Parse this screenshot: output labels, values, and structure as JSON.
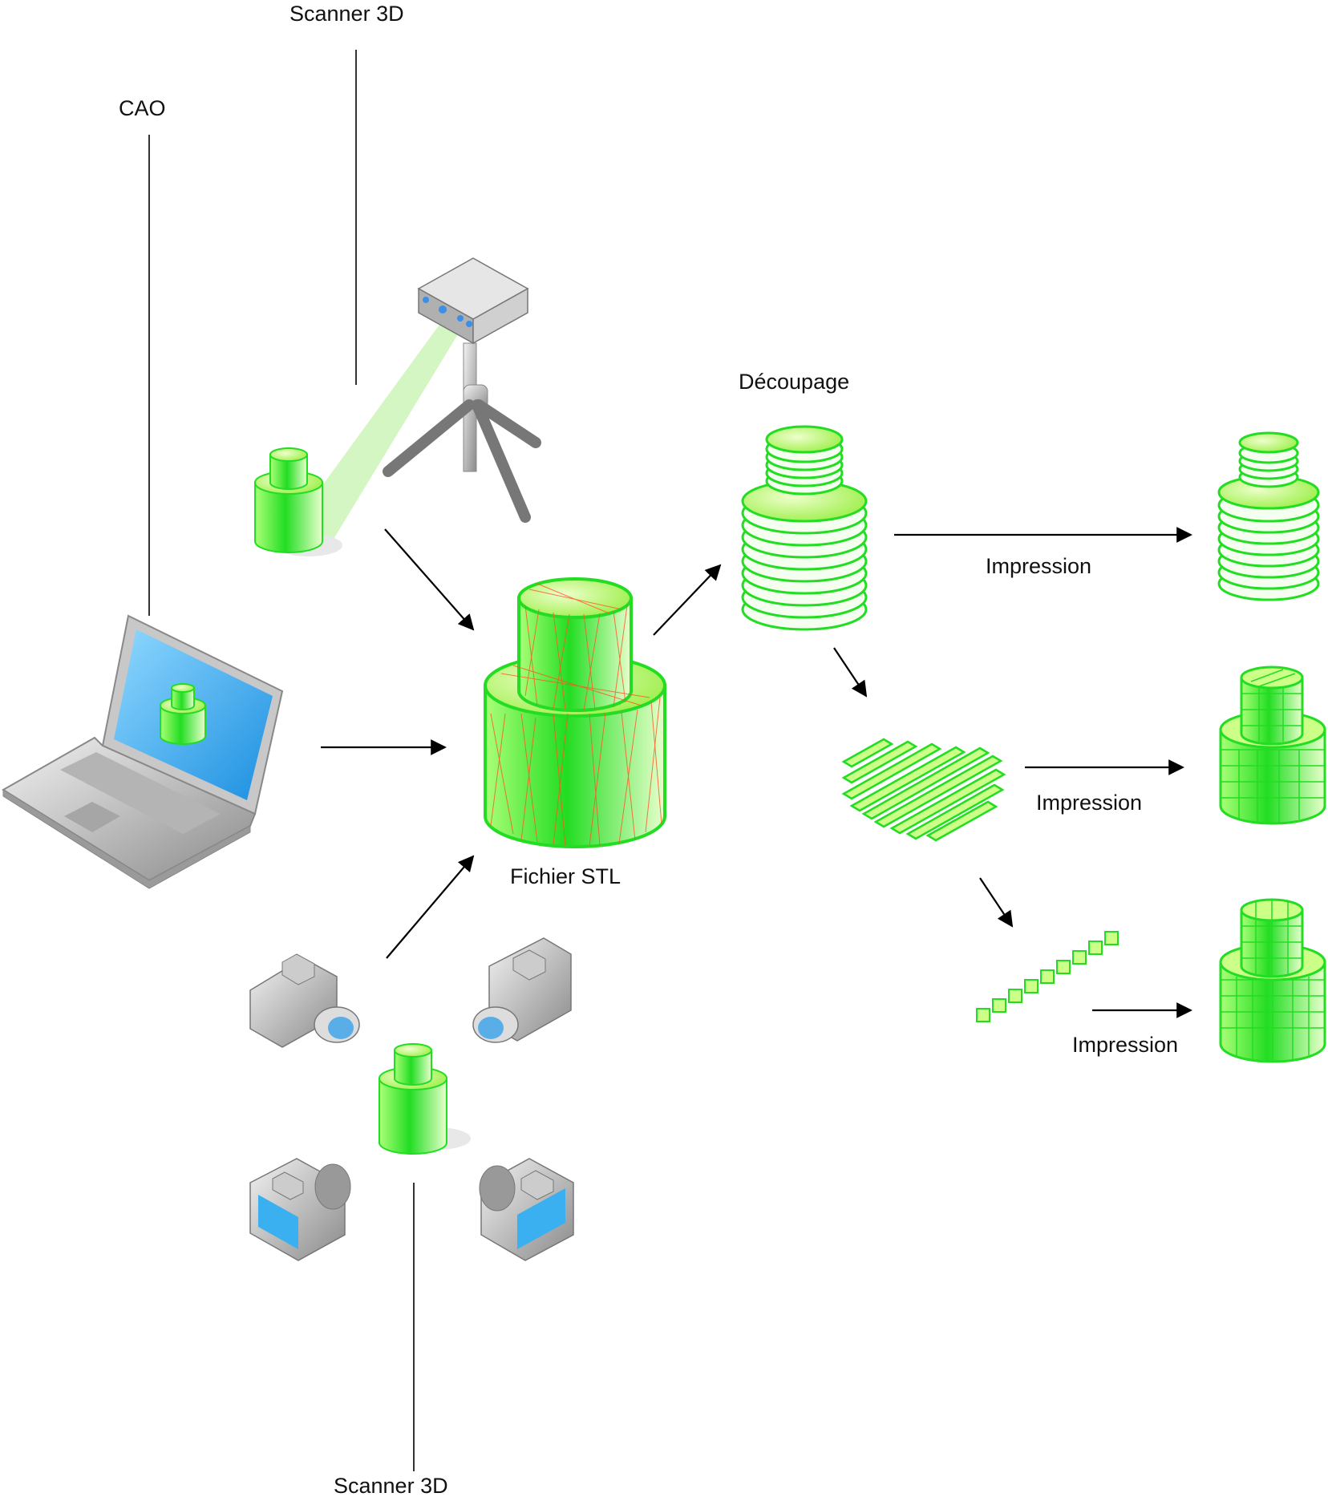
{
  "labels": {
    "scanner_top": "Scanner 3D",
    "cao": "CAO",
    "decoupage": "Découpage",
    "fichier_stl": "Fichier STL",
    "impression_1": "Impression",
    "impression_2": "Impression",
    "impression_3": "Impression",
    "scanner_bottom": "Scanner 3D"
  },
  "colors": {
    "green": "#22dd22",
    "green_light": "#ccff88",
    "mesh": "#ff5522",
    "scan_beam": "#ccf5b8",
    "screen": "#3ab0f0",
    "device_grey": "#b8b8b8"
  }
}
